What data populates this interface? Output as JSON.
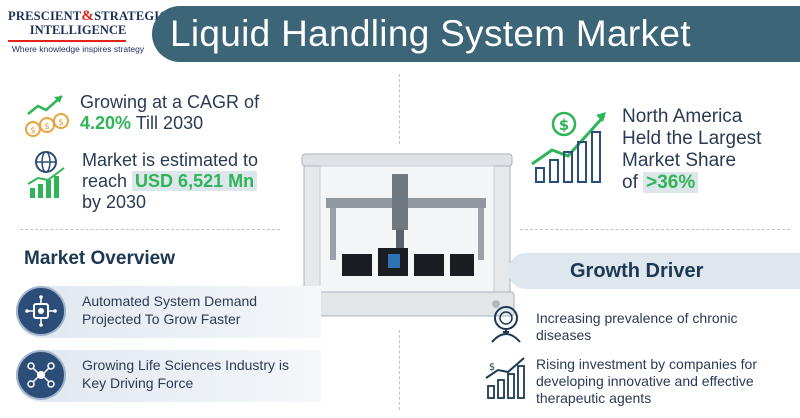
{
  "logo": {
    "line1_a": "PRESCIENT",
    "line1_amp": "&",
    "line1_b": "STRATEGIC",
    "line2": "INTELLIGENCE",
    "tagline": "Where knowledge inspires strategy"
  },
  "title": "Liquid Handling System Market",
  "cagr": {
    "line1": "Growing at a CAGR of",
    "value": "4.20%",
    "suffix": "Till 2030"
  },
  "market_size": {
    "line1": "Market is estimated to",
    "line2_prefix": "reach",
    "value": "USD 6,521 Mn",
    "line3": "by 2030"
  },
  "region": {
    "line1": "North America",
    "line2": "Held the Largest",
    "line3": "Market Share",
    "line4_prefix": "of",
    "value": ">36%"
  },
  "overview": {
    "title": "Market Overview",
    "items": [
      {
        "line1": "Automated System Demand",
        "line2": "Projected To Grow Faster",
        "icon": "circuit-brain-icon"
      },
      {
        "line1": "Growing Life Sciences Industry is",
        "line2": "Key Driving Force",
        "icon": "network-nodes-icon"
      }
    ]
  },
  "growth": {
    "title": "Growth Driver",
    "items": [
      {
        "line1": "Increasing prevalence of chronic",
        "line2": "diseases",
        "line3": "",
        "icon": "patient-icon"
      },
      {
        "line1": "Rising investment by companies for",
        "line2": "developing innovative and effective",
        "line3": "therapeutic agents",
        "icon": "investment-chart-icon"
      }
    ]
  },
  "colors": {
    "title_bar": "#3c6677",
    "accent_green": "#2fb457",
    "navy": "#1c3852",
    "icon_blue": "#2c4d78",
    "logo_red": "#e2231a"
  }
}
